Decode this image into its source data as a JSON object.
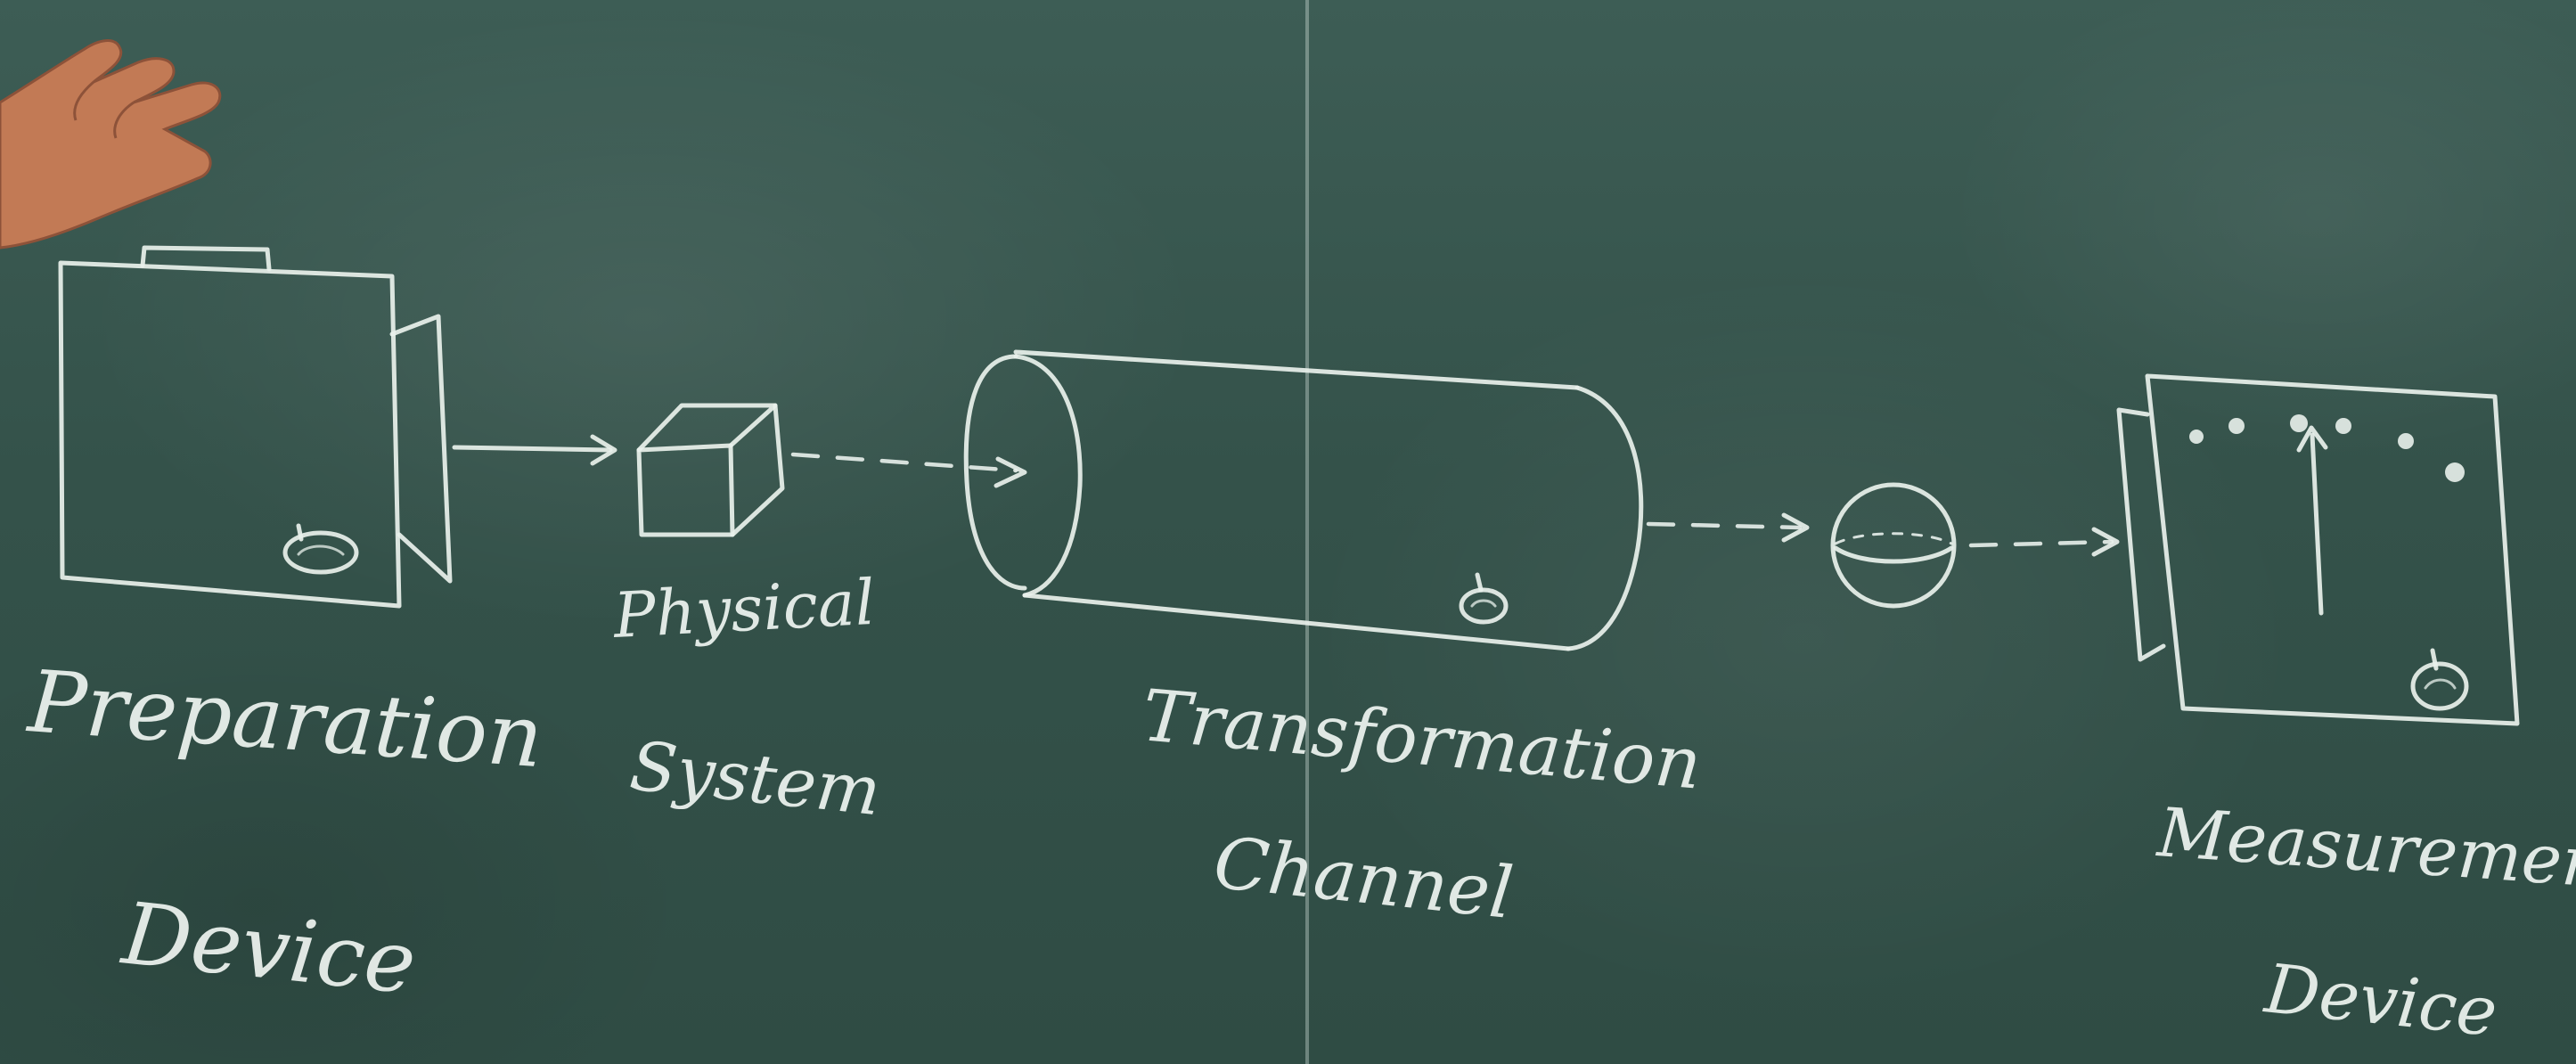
{
  "labels": {
    "preparation_line1": "Preparation",
    "preparation_line2": "Device",
    "physical_line1": "Physical",
    "physical_line2": "System",
    "transformation_line1": "Transformation",
    "transformation_line2": "Channel",
    "measurement_line1": "Measurement",
    "measurement_line2": "Device"
  },
  "icons": {
    "preparation_device": "box-with-funnel-and-knob",
    "physical_system": "cube",
    "transformation_channel": "cylinder-with-knob",
    "transformed_system": "sphere",
    "measurement_device": "screen-with-pointer-and-knob",
    "hand": "hand"
  },
  "colors": {
    "chalk": "#e9f1ec",
    "board": "#34524a",
    "skin": "#c07a55"
  }
}
